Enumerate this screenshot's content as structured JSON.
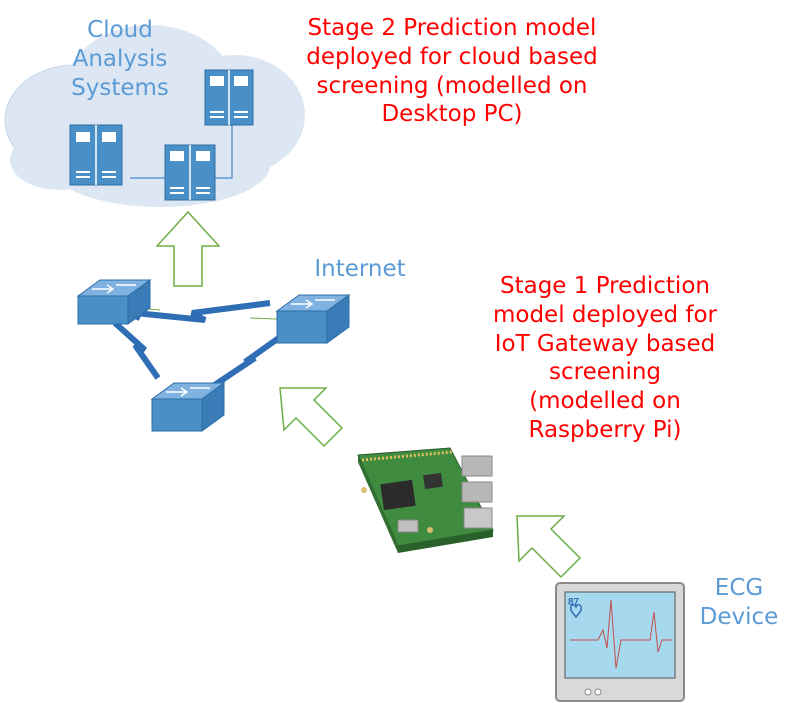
{
  "cloud": {
    "label_lines": [
      "Cloud",
      "Analysis",
      "Systems"
    ]
  },
  "internet": {
    "label": "Internet"
  },
  "stage2": {
    "lines": [
      "Stage 2 Prediction model",
      "deployed for cloud based",
      "screening (modelled on",
      "Desktop PC)"
    ]
  },
  "stage1": {
    "lines": [
      "Stage 1 Prediction",
      "model deployed for",
      "IoT Gateway based",
      "screening",
      "(modelled on",
      "Raspberry Pi)"
    ]
  },
  "ecg": {
    "label_lines": [
      "ECG",
      "Device"
    ],
    "heart_rate": "87"
  },
  "colors": {
    "label_blue": "#5b9bd5",
    "stage_red": "#ff0000",
    "arrow_green": "#70ad47",
    "device_blue": "#4a90c8",
    "board_green": "#3a7d3a"
  }
}
